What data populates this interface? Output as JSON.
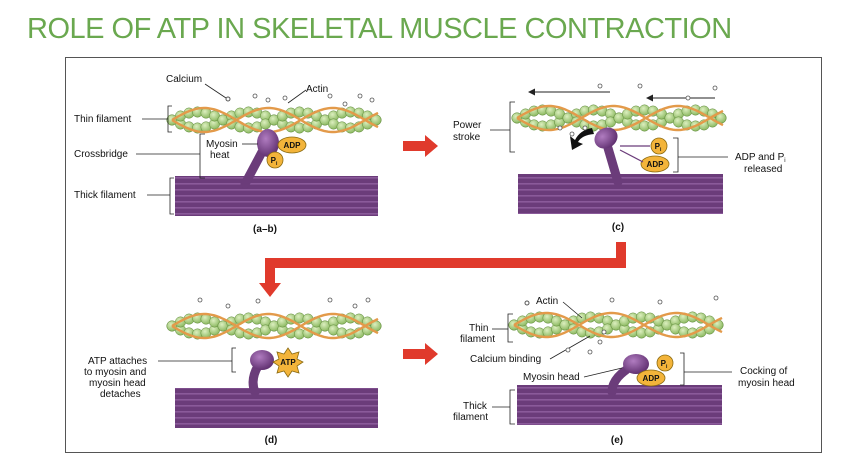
{
  "title": "ROLE OF ATP IN SKELETAL MUSCLE CONTRACTION",
  "labels": {
    "calcium": "Calcium",
    "actin": "Actin",
    "thin_filament": "Thin filament",
    "crossbridge": "Crossbridge",
    "myosin_heat_1": "Myosin",
    "myosin_heat_2": "heat",
    "thick_filament": "Thick filament",
    "power_stroke_1": "Power",
    "power_stroke_2": "stroke",
    "adp_pi_released_1": "ADP and P",
    "adp_pi_released_sub": "i",
    "adp_pi_released_2": "released",
    "atp_attaches_1": "ATP attaches",
    "atp_attaches_2": "to myosin and",
    "atp_attaches_3": "myosin head",
    "atp_attaches_4": "detaches",
    "actin_e": "Actin",
    "thin_1": "Thin",
    "thin_2": "filament",
    "calcium_binding": "Calcium binding",
    "myosin_head": "Myosin head",
    "cocking_1": "Cocking of",
    "cocking_2": "myosin head",
    "thick_1": "Thick",
    "thick_2": "filament"
  },
  "molecules": {
    "adp": "ADP",
    "pi": "P",
    "pi_sub": "i",
    "atp": "ATP"
  },
  "panels": {
    "ab": "(a–b)",
    "c": "(c)",
    "d": "(d)",
    "e": "(e)"
  },
  "colors": {
    "title": "#6aa84f",
    "arrow": "#e03a2c",
    "actin_bead": "#a9cf7a",
    "tropomyosin": "#e39a4a",
    "thick_filament": "#6b3c7a",
    "myosin_head": "#7b4a8a",
    "adp_pi": "#f3b43a"
  }
}
